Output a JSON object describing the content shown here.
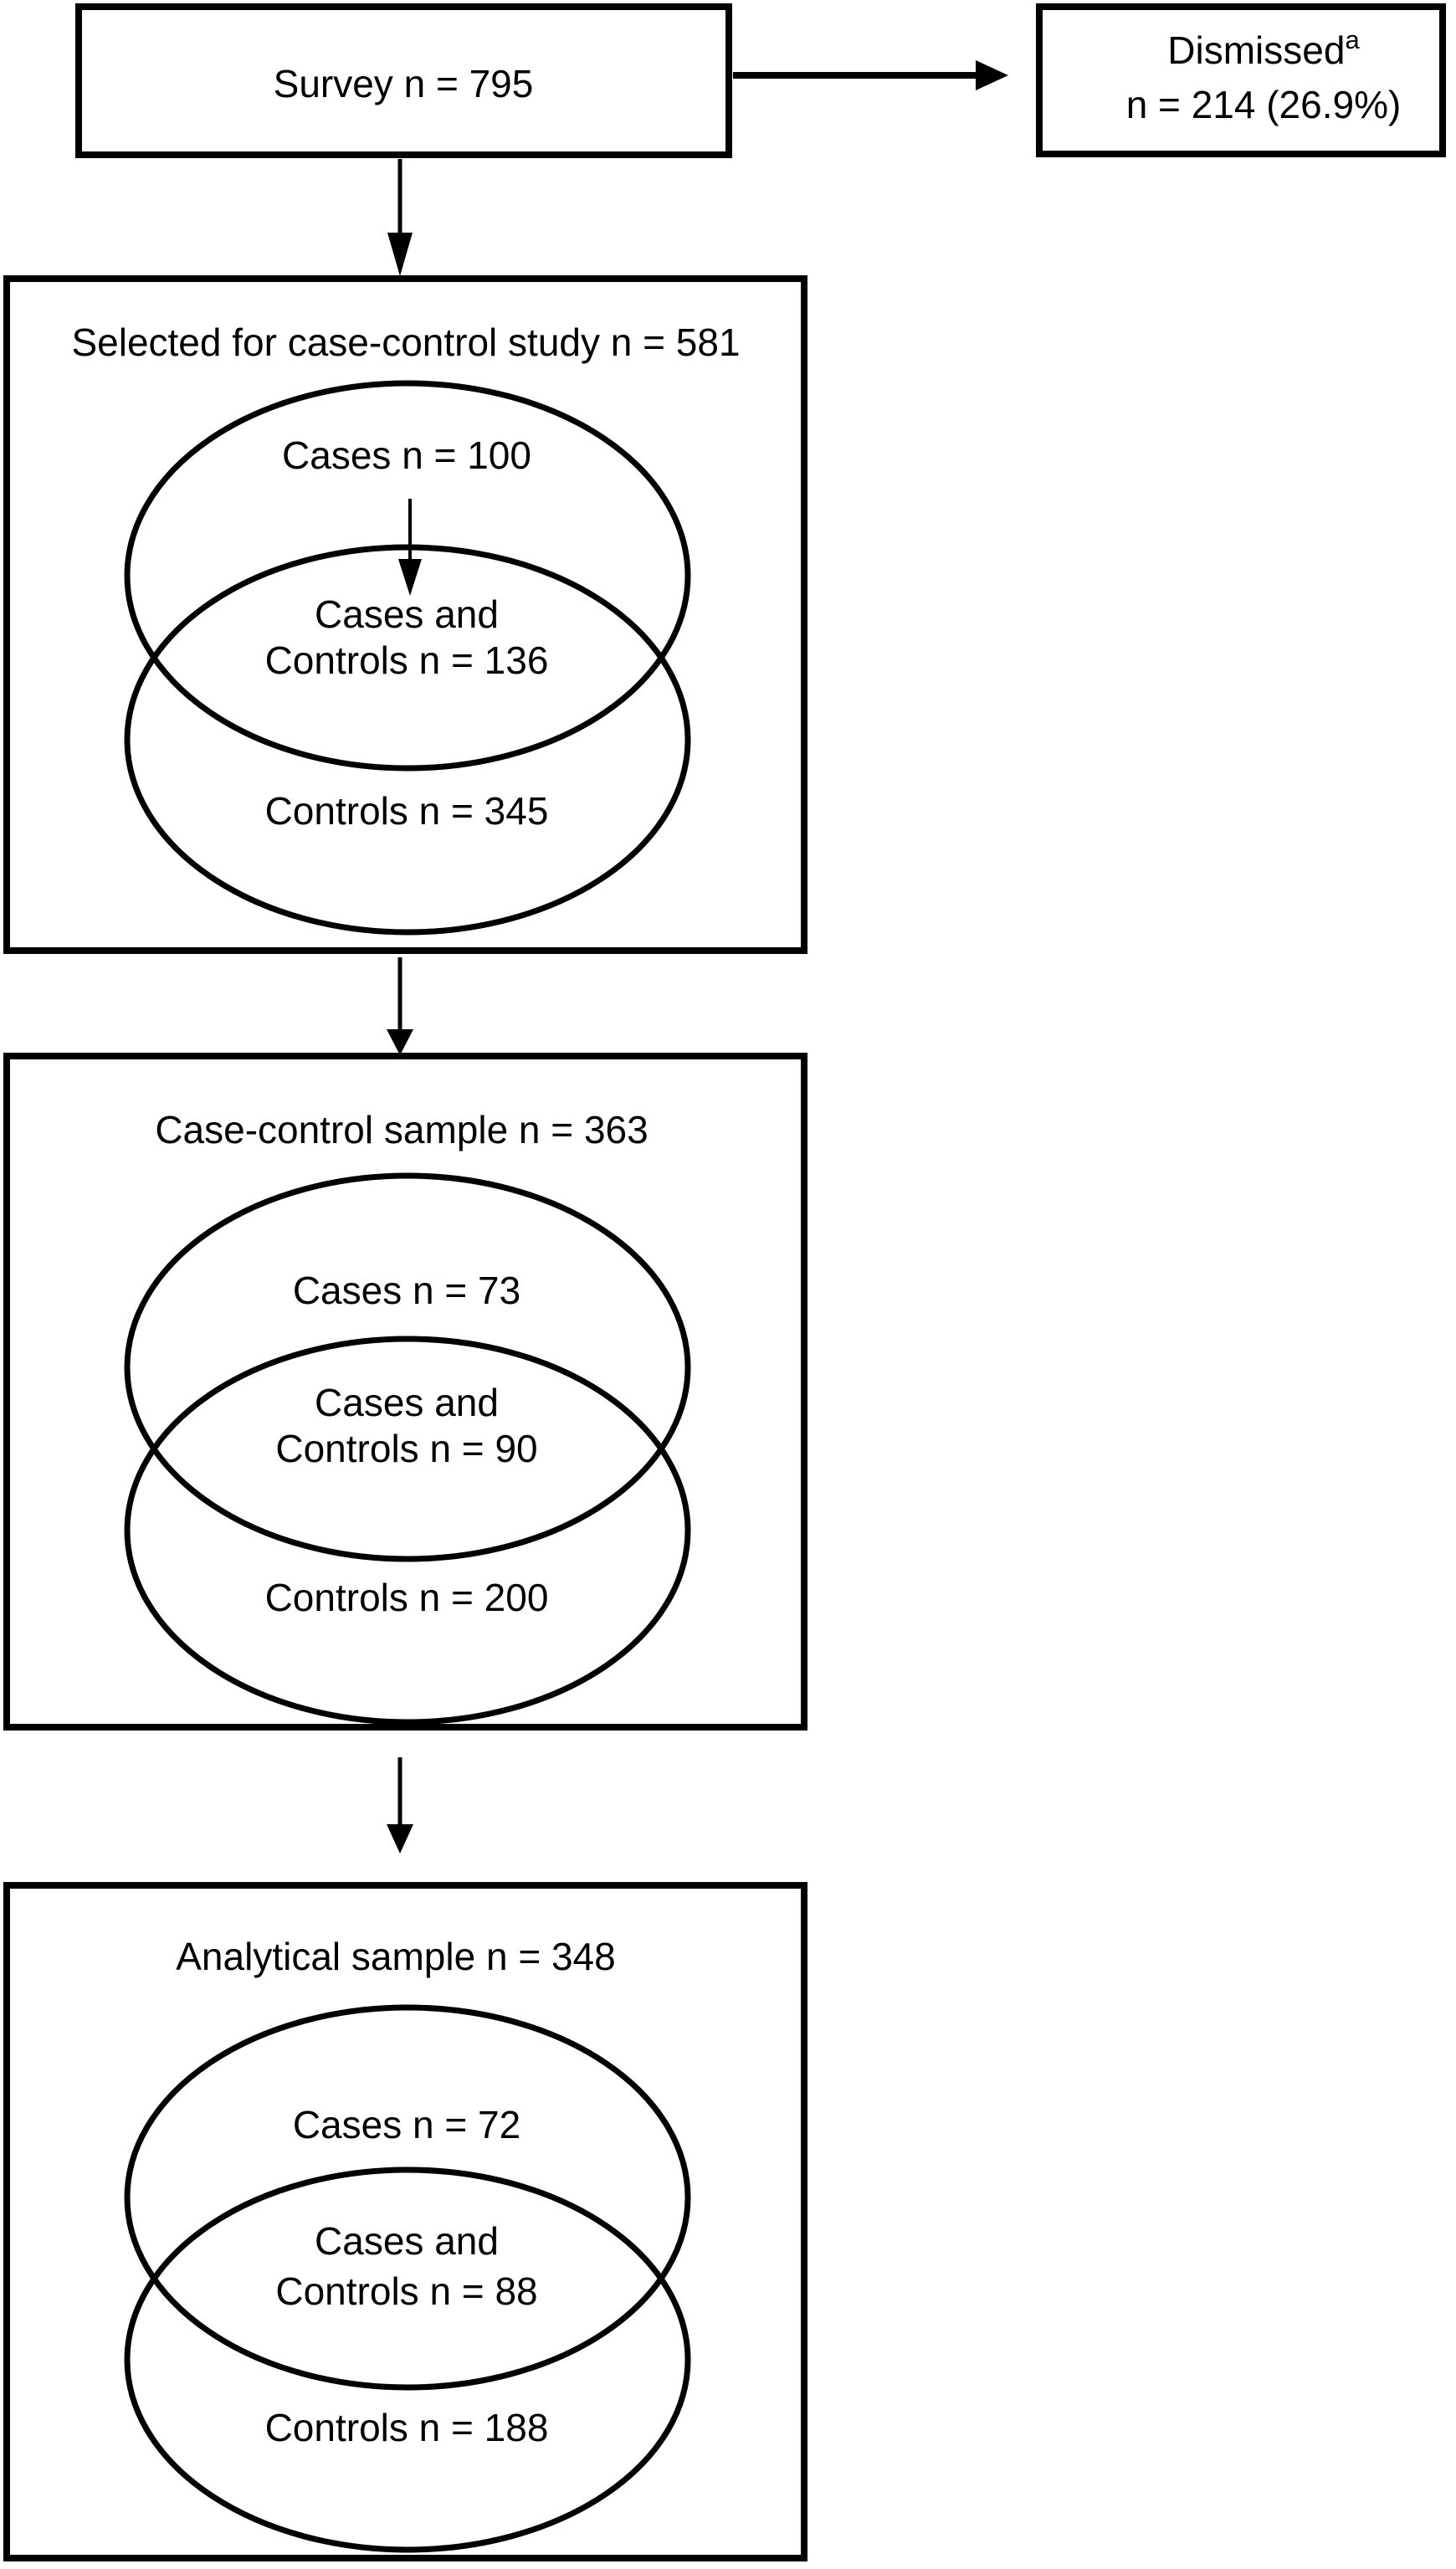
{
  "page": {
    "background": "#ffffff",
    "ink": "#000000"
  },
  "flow": {
    "survey": {
      "label": "Survey n = 795"
    },
    "dismissed": {
      "name": "Dismissed",
      "superscript": "a",
      "value": "n = 214 (26.9%)"
    },
    "selected": {
      "title": "Selected for case-control study n = 581",
      "cases": "Cases n = 100",
      "overlap_line1": "Cases and",
      "overlap_line2": "Controls n = 136",
      "controls": "Controls n = 345"
    },
    "case_control": {
      "title": "Case-control sample n = 363",
      "cases": "Cases n = 73",
      "overlap_line1": "Cases and",
      "overlap_line2": "Controls n = 90",
      "controls": "Controls n = 200"
    },
    "analytical": {
      "title": "Analytical sample n = 348",
      "cases": "Cases n = 72",
      "overlap_line1": "Cases and",
      "overlap_line2": "Controls n = 88",
      "controls": "Controls n = 188"
    }
  }
}
